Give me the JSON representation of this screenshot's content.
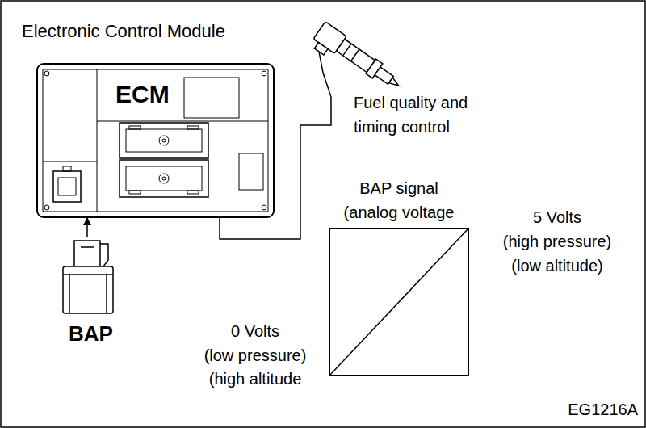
{
  "diagram": {
    "title": "Electronic Control Module",
    "nodes": [
      {
        "text": [
          "ECM"
        ]
      },
      {
        "text": [
          "BAP"
        ]
      },
      {
        "text": [
          "Fuel quality and timing control"
        ]
      },
      {
        "text": [
          "BAP signal (analog voltage"
        ]
      }
    ],
    "edges": [
      {
        "from": 1,
        "to": 0,
        "arrow": "to"
      },
      {
        "from": 0,
        "to": 2,
        "arrow": "none"
      }
    ],
    "labels": [
      "5 Volts",
      "(high pressure)",
      "(low altitude)",
      "0 Volts",
      "(low pressure)",
      "(high altitude",
      "EG1216A"
    ]
  }
}
